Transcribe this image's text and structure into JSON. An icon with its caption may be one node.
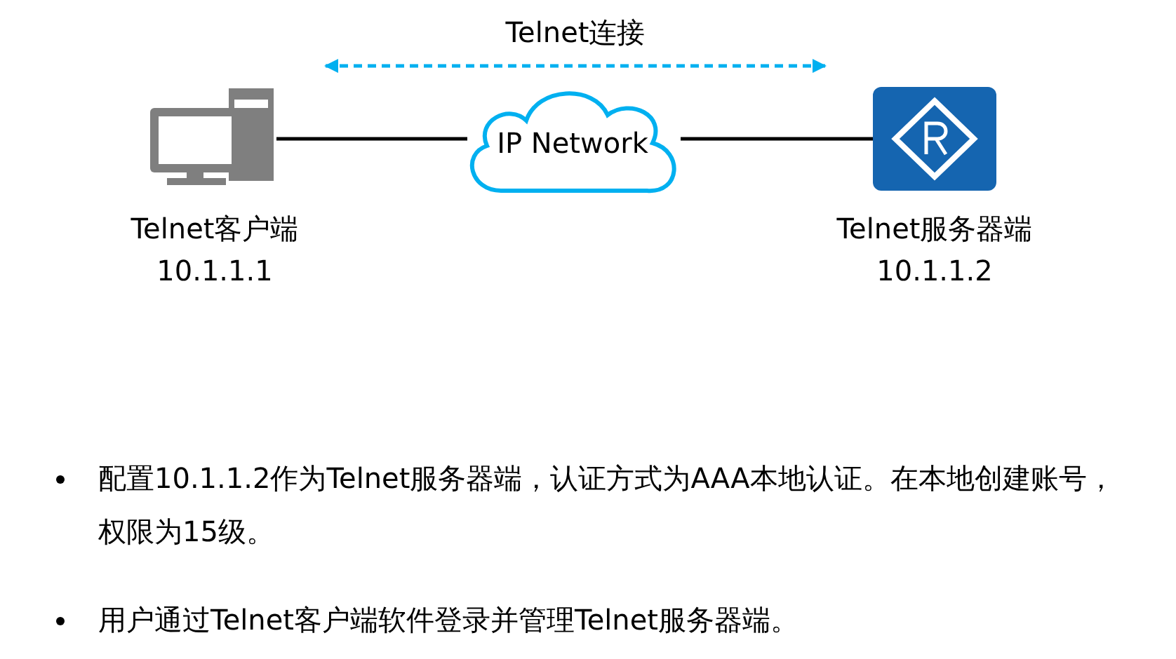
{
  "diagram": {
    "nodes": [
      {
        "text": [],
        "shape": "computer",
        "beside": [
          "Telnet客户端",
          "10.1.1.1"
        ]
      },
      {
        "text": [
          "IP Network"
        ]
      },
      {
        "text": [],
        "shape": "router",
        "beside": [
          "Telnet服务器端",
          "10.1.1.2"
        ]
      }
    ],
    "edges": [
      {
        "from": 0,
        "to": 1,
        "arrow": "none"
      },
      {
        "from": 1,
        "to": 2,
        "arrow": "none"
      },
      {
        "from": 0,
        "to": 2,
        "arrow": "both",
        "label": "Telnet连接",
        "style": "dashed",
        "color": "#00b0f0"
      }
    ],
    "labels": [
      "配置10.1.1.2作为Telnet服务器端，认证方式为AAA本地认证。在本地创建账号，权限为15级。",
      "用户通过Telnet客户端软件登录并管理Telnet服务器端。"
    ]
  }
}
